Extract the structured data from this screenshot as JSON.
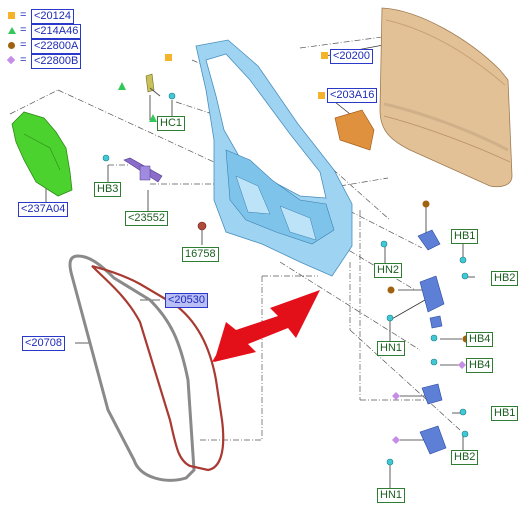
{
  "legend": [
    {
      "shape": "square",
      "color": "#f4b329",
      "eq": "=",
      "code": "<20124"
    },
    {
      "shape": "triangle",
      "color": "#34c759",
      "eq": "=",
      "code": "<214A46"
    },
    {
      "shape": "circle",
      "color": "#a0620f",
      "eq": "=",
      "code": "<22800A"
    },
    {
      "shape": "diamond",
      "color": "#c48ee6",
      "eq": "=",
      "code": "<22800B"
    }
  ],
  "labels": {
    "l20200": "<20200",
    "l203A16": "<203A16",
    "lHC1": "HC1",
    "lHB3": "HB3",
    "l237A04": "<237A04",
    "l23552": "<23552",
    "l16758": "16758",
    "lHN2": "HN2",
    "lHB1a": "HB1",
    "lHB2a": "HB2",
    "lHN1a": "HN1",
    "lHB4a": "HB4",
    "lHB4b": "HB4",
    "lHB1b": "HB1",
    "lHB2b": "HB2",
    "lHN1b": "HN1",
    "l20530": "<20530",
    "l20708": "<20708"
  },
  "colors": {
    "leader": "#333333",
    "door_inner": "#9ed4f2",
    "door_outer": "#e3c197",
    "trim": "#e0913d",
    "bracket": "#5d7fd6",
    "clip": "#3fc9d6",
    "green_panel": "#4cd22e",
    "seal_outer": "#8a8a8a",
    "seal_inner": "#a83a32",
    "arrow": "#e3101a"
  }
}
